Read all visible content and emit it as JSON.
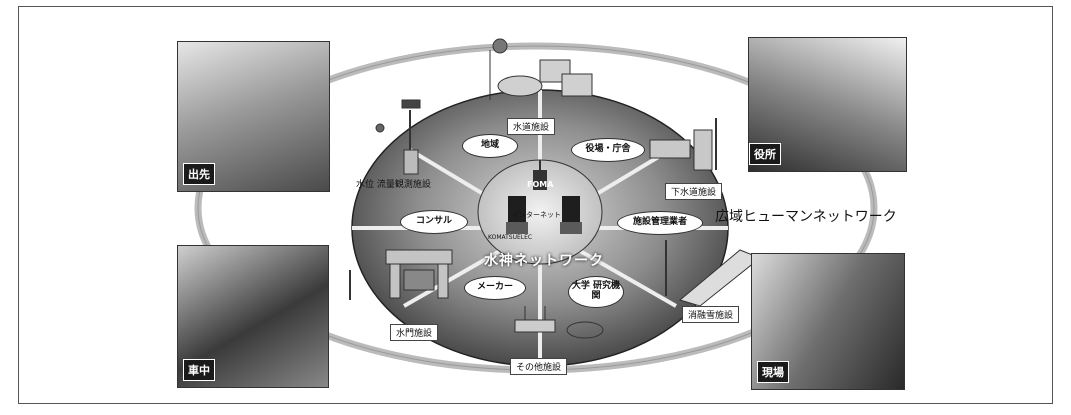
{
  "network": {
    "title": "水神ネットワーク",
    "hub_text": "FOMA",
    "hub_sub": "インターネット",
    "maker": "KOMATSUELEC"
  },
  "regional_network": "広域ヒューマンネットワーク",
  "roles": {
    "area": "地域",
    "office": "役場・庁舎",
    "consultant": "コンサル",
    "facility_mgmt": "施設管理業者",
    "maker": "メーカー",
    "university": "大学 研究機関"
  },
  "facilities": {
    "water_supply": "水道施設",
    "water_level": "水位 流量観測施設",
    "sewer": "下水道施設",
    "snow_melt": "消融雪施設",
    "sluice": "水門施設",
    "other": "その他施設"
  },
  "photos": {
    "outside": "出先",
    "city_office": "役所",
    "in_car": "車中",
    "on_site": "現場"
  }
}
